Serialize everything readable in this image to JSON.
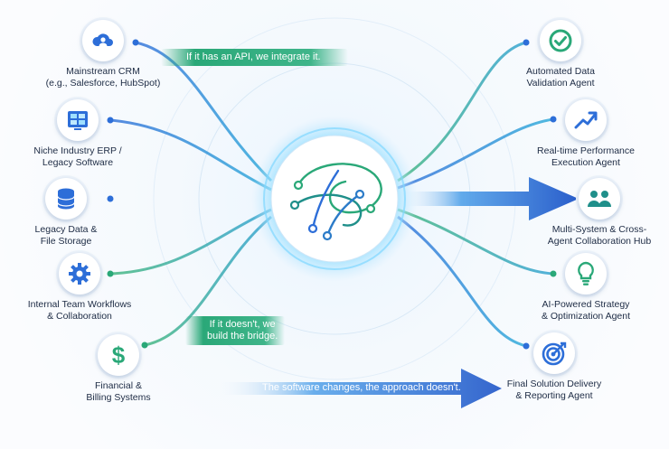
{
  "left_nodes": [
    {
      "label": "Mainstream CRM\n(e.g., Salesforce, HubSpot)",
      "icon": "cloud-user-icon"
    },
    {
      "label": "Niche Industry ERP /\nLegacy Software",
      "icon": "dashboard-grid-icon"
    },
    {
      "label": "Legacy Data &\nFile Storage",
      "icon": "database-icon"
    },
    {
      "label": "Internal Team Workflows\n& Collaboration",
      "icon": "gear-icon"
    },
    {
      "label": "Financial &\nBilling Systems",
      "icon": "dollar-icon"
    }
  ],
  "right_nodes": [
    {
      "label": "Automated Data\nValidation Agent",
      "icon": "check-circle-icon"
    },
    {
      "label": "Real-time Performance\nExecution Agent",
      "icon": "trend-up-icon"
    },
    {
      "label": "Multi-System & Cross-\nAgent Collaboration Hub",
      "icon": "team-icon"
    },
    {
      "label": "AI-Powered Strategy\n& Optimization Agent",
      "icon": "lightbulb-icon"
    },
    {
      "label": "Final Solution Delivery\n& Reporting Agent",
      "icon": "target-icon"
    }
  ],
  "banners": {
    "api": "If it has an API, we integrate it.",
    "bridge_line1": "If it doesn't, we",
    "bridge_line2": "build the bridge.",
    "approach": "The software changes, the approach doesn't."
  },
  "hub": {
    "icon": "neural-network-icon"
  },
  "colors": {
    "blue": "#2d6ed8",
    "green": "#2aa878",
    "teal": "#1f8f8a",
    "text": "#1d2b44"
  }
}
